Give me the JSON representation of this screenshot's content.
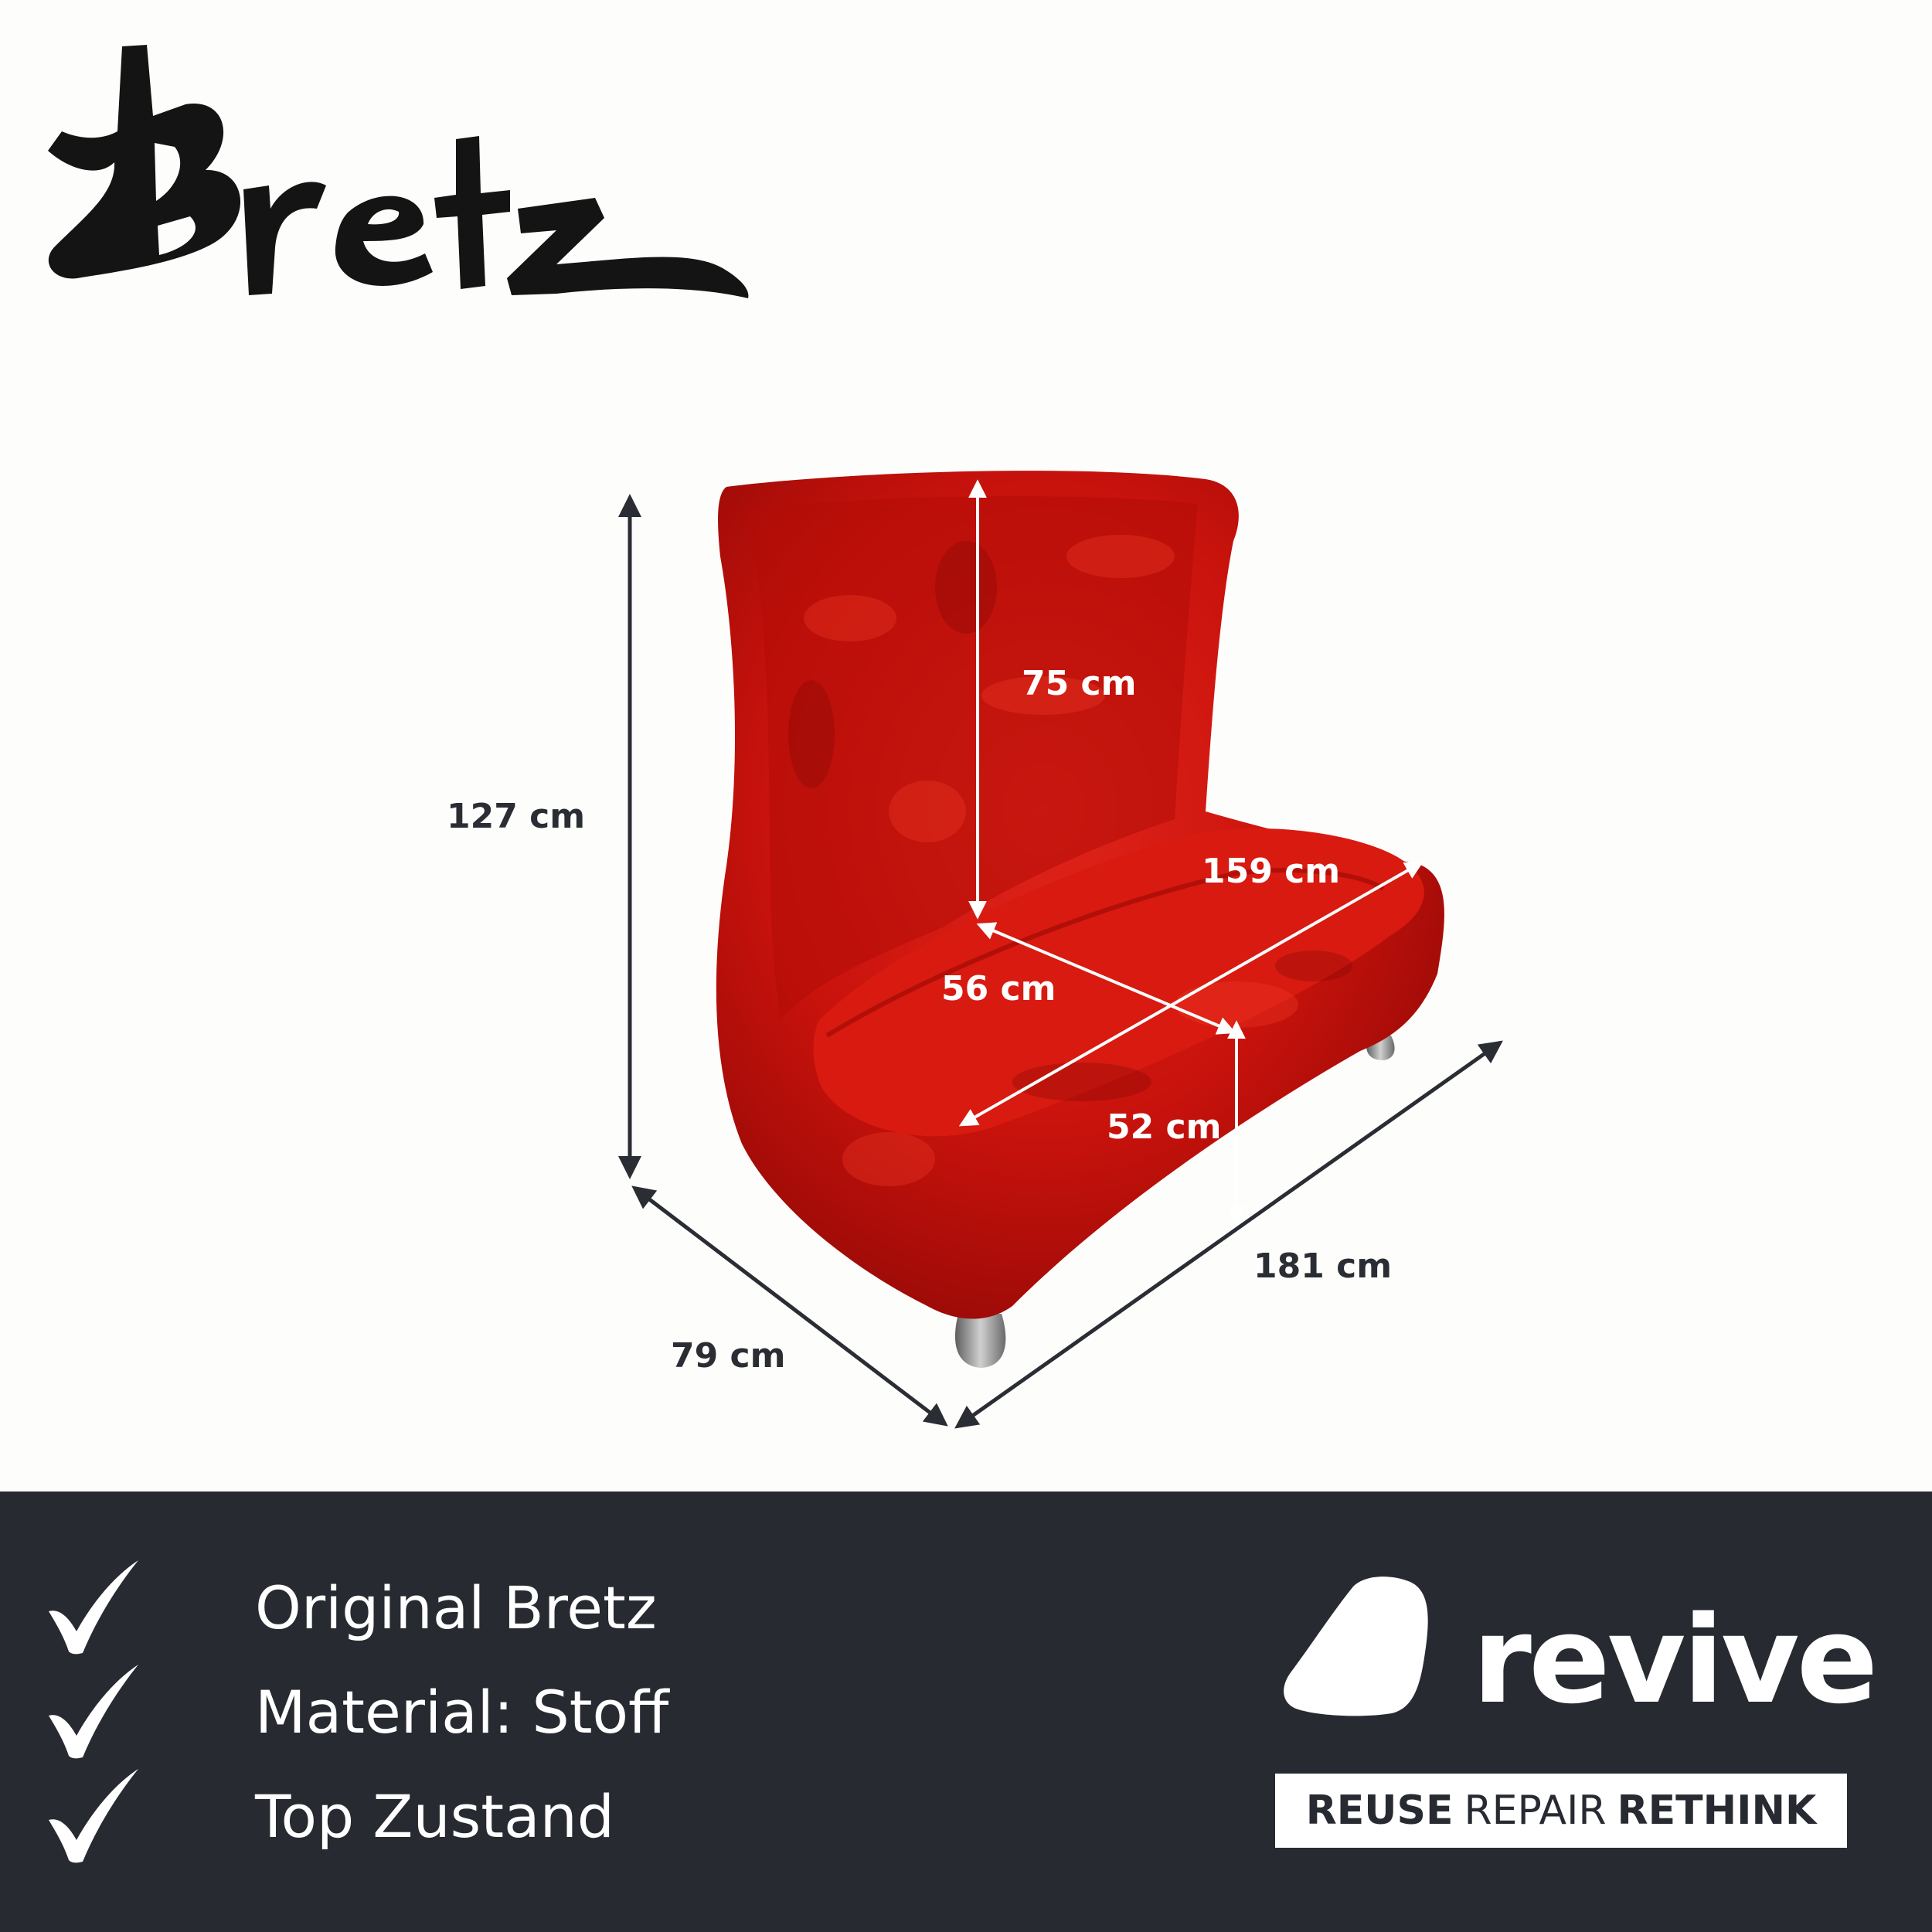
{
  "brand": {
    "logo_text": "Bretz"
  },
  "dimensions": {
    "total_height": "127 cm",
    "back_height": "75 cm",
    "seat_width": "159 cm",
    "seat_depth": "56 cm",
    "seat_height": "52 cm",
    "total_width": "181 cm",
    "total_depth": "79 cm"
  },
  "features": [
    {
      "label": "Original Bretz"
    },
    {
      "label": "Material: Stoff"
    },
    {
      "label": "Top Zustand"
    }
  ],
  "revive": {
    "wordmark": "revive",
    "tagline_1": "REUSE",
    "tagline_2": "REPAIR",
    "tagline_3": "RETHINK"
  },
  "colors": {
    "footer_background": "#272a31",
    "upholstery_red": "#c8120c",
    "dimension_text": "#2a2d33",
    "logo_black": "#141414"
  },
  "icons": [
    "check-icon",
    "revive-logo-mark"
  ]
}
